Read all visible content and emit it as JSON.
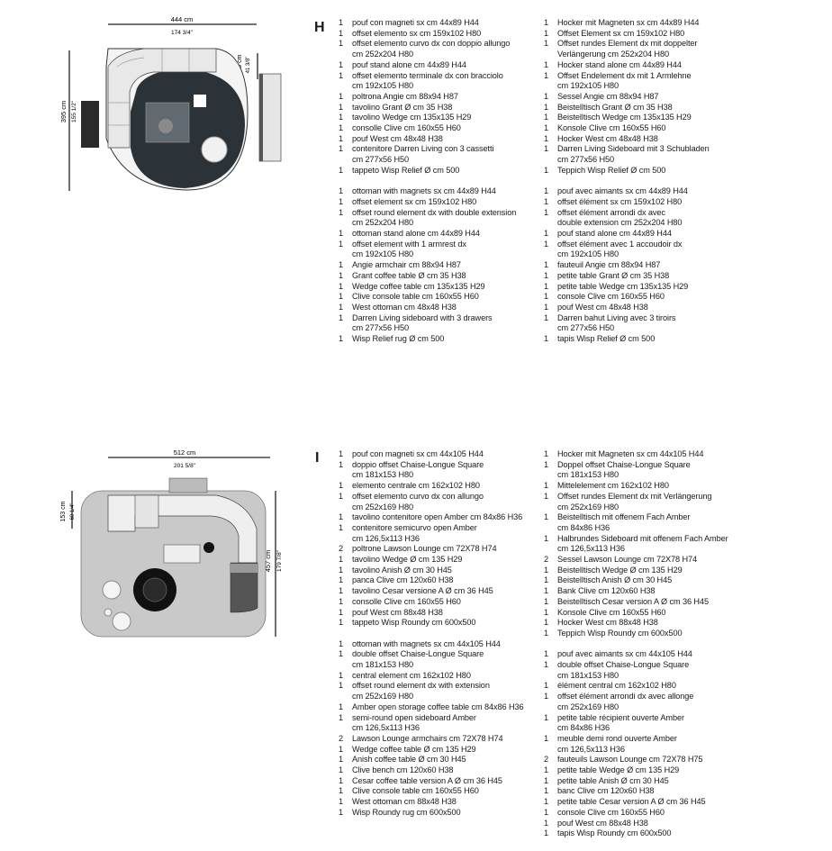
{
  "section_h": {
    "letter": "H",
    "dims": {
      "width_cm": "444 cm",
      "width_in": "174 3/4\"",
      "height_cm": "395 cm",
      "height_in": "155 1/2\"",
      "side_cm": "105 cm",
      "side_in": "41 3/8\""
    },
    "it": [
      [
        "1",
        "pouf con magneti sx cm 44x89 H44"
      ],
      [
        "1",
        "offset elemento sx cm 159x102 H80"
      ],
      [
        "1",
        "offset elemento curvo dx con doppio allungo"
      ],
      [
        "",
        "cm 252x204 H80"
      ],
      [
        "1",
        "pouf stand alone cm 44x89 H44"
      ],
      [
        "1",
        "offset elemento terminale dx con bracciolo"
      ],
      [
        "",
        "cm 192x105 H80"
      ],
      [
        "1",
        "poltrona Angie cm 88x94 H87"
      ],
      [
        "1",
        "tavolino Grant Ø cm 35 H38"
      ],
      [
        "1",
        "tavolino Wedge cm 135x135 H29"
      ],
      [
        "1",
        "consolle Clive cm 160x55 H60"
      ],
      [
        "1",
        "pouf West cm 48x48 H38"
      ],
      [
        "1",
        "contenitore Darren Living con 3 cassetti"
      ],
      [
        "",
        "cm 277x56 H50"
      ],
      [
        "1",
        "tappeto Wisp Relief Ø cm 500"
      ]
    ],
    "de": [
      [
        "1",
        "Hocker mit Magneten sx cm 44x89 H44"
      ],
      [
        "1",
        "Offset Element sx cm 159x102 H80"
      ],
      [
        "1",
        "Offset rundes Element dx mit doppelter"
      ],
      [
        "",
        "Verlängerung cm 252x204 H80"
      ],
      [
        "1",
        "Hocker stand alone cm 44x89 H44"
      ],
      [
        "1",
        "Offset Endelement dx mit 1 Armlehne"
      ],
      [
        "",
        "cm 192x105 H80"
      ],
      [
        "1",
        "Sessel Angie cm 88x94 H87"
      ],
      [
        "1",
        "Beistelltisch Grant Ø cm 35 H38"
      ],
      [
        "1",
        "Beistelltisch Wedge cm 135x135 H29"
      ],
      [
        "1",
        "Konsole Clive cm 160x55 H60"
      ],
      [
        "1",
        "Hocker West cm 48x48 H38"
      ],
      [
        "1",
        "Darren Living Sideboard mit 3 Schubladen"
      ],
      [
        "",
        "cm 277x56 H50"
      ],
      [
        "1",
        "Teppich Wisp Relief Ø cm 500"
      ]
    ],
    "en": [
      [
        "1",
        "ottoman with magnets sx cm 44x89 H44"
      ],
      [
        "1",
        "offset element sx cm 159x102 H80"
      ],
      [
        "1",
        "offset round element dx with double extension"
      ],
      [
        "",
        "cm 252x204 H80"
      ],
      [
        "1",
        "ottoman stand alone cm 44x89 H44"
      ],
      [
        "1",
        "offset element with 1 armrest dx"
      ],
      [
        "",
        "cm 192x105 H80"
      ],
      [
        "1",
        "Angie armchair cm 88x94 H87"
      ],
      [
        "1",
        "Grant coffee table Ø cm 35 H38"
      ],
      [
        "1",
        "Wedge coffee table cm 135x135 H29"
      ],
      [
        "1",
        "Clive console table cm 160x55 H60"
      ],
      [
        "1",
        "West ottoman cm 48x48 H38"
      ],
      [
        "1",
        "Darren Living sideboard with 3 drawers"
      ],
      [
        "",
        "cm 277x56 H50"
      ],
      [
        "1",
        "Wisp Relief rug Ø cm 500"
      ]
    ],
    "fr": [
      [
        "1",
        "pouf avec aimants sx cm 44x89 H44"
      ],
      [
        "1",
        "offset élément sx cm 159x102 H80"
      ],
      [
        "1",
        "offset élément arrondi dx avec"
      ],
      [
        "",
        "double extension cm 252x204 H80"
      ],
      [
        "1",
        "pouf stand alone cm 44x89 H44"
      ],
      [
        "1",
        "offset élément avec 1 accoudoir dx"
      ],
      [
        "",
        "cm 192x105 H80"
      ],
      [
        "1",
        "fauteuil Angie cm 88x94 H87"
      ],
      [
        "1",
        "petite table Grant Ø cm 35 H38"
      ],
      [
        "1",
        "petite table Wedge cm 135x135 H29"
      ],
      [
        "1",
        "console Clive cm 160x55 H60"
      ],
      [
        "1",
        "pouf West cm 48x48 H38"
      ],
      [
        "1",
        "Darren bahut Living avec 3 tiroirs"
      ],
      [
        "",
        "cm 277x56 H50"
      ],
      [
        "1",
        "tapis Wisp Relief Ø cm 500"
      ]
    ]
  },
  "section_i": {
    "letter": "I",
    "dims": {
      "width_cm": "512 cm",
      "width_in": "201 5/8\"",
      "height_cm": "457 cm",
      "height_in": "179 7/8\"",
      "side_cm": "153 cm",
      "side_in": "60 1/4\""
    },
    "it": [
      [
        "1",
        "pouf con magneti sx cm 44x105 H44"
      ],
      [
        "1",
        "doppio offset Chaise-Longue Square"
      ],
      [
        "",
        "cm 181x153 H80"
      ],
      [
        "1",
        "elemento centrale cm 162x102 H80"
      ],
      [
        "1",
        "offset elemento curvo dx con allungo"
      ],
      [
        "",
        "cm 252x169 H80"
      ],
      [
        "1",
        "tavolino contenitore open Amber cm 84x86 H36"
      ],
      [
        "1",
        "contenitore semicurvo open Amber"
      ],
      [
        "",
        "cm 126,5x113 H36"
      ],
      [
        "2",
        "poltrone Lawson Lounge cm 72X78 H74"
      ],
      [
        "1",
        "tavolino Wedge Ø cm 135 H29"
      ],
      [
        "1",
        "tavolino Anish Ø cm 30 H45"
      ],
      [
        "1",
        "panca Clive cm 120x60 H38"
      ],
      [
        "1",
        "tavolino Cesar versione A Ø cm 36 H45"
      ],
      [
        "1",
        "consolle Clive cm 160x55 H60"
      ],
      [
        "1",
        "pouf West cm 88x48 H38"
      ],
      [
        "1",
        "tappeto Wisp Roundy cm 600x500"
      ]
    ],
    "de": [
      [
        "1",
        "Hocker mit Magneten sx cm 44x105 H44"
      ],
      [
        "1",
        "Doppel offset Chaise-Longue Square"
      ],
      [
        "",
        "cm 181x153 H80"
      ],
      [
        "1",
        "Mittelelement cm 162x102 H80"
      ],
      [
        "1",
        "Offset rundes Element dx mit Verlängerung"
      ],
      [
        "",
        "cm 252x169 H80"
      ],
      [
        "1",
        "Beistelltisch mit offenem Fach Amber"
      ],
      [
        "",
        "cm 84x86 H36"
      ],
      [
        "1",
        "Halbrundes Sideboard mit offenem Fach Amber"
      ],
      [
        "",
        "cm 126,5x113 H36"
      ],
      [
        "2",
        "Sessel Lawson Lounge cm 72X78 H74"
      ],
      [
        "1",
        "Beistelltisch Wedge Ø cm 135 H29"
      ],
      [
        "1",
        "Beistelltisch Anish Ø cm 30 H45"
      ],
      [
        "1",
        "Bank Clive cm 120x60 H38"
      ],
      [
        "1",
        "Beistelltisch Cesar version A Ø cm 36 H45"
      ],
      [
        "1",
        "Konsole Clive cm 160x55 H60"
      ],
      [
        "1",
        "Hocker West cm 88x48 H38"
      ],
      [
        "1",
        "Teppich Wisp Roundy cm 600x500"
      ]
    ],
    "en": [
      [
        "1",
        "ottoman with magnets sx cm 44x105 H44"
      ],
      [
        "1",
        "double offset Chaise-Longue Square"
      ],
      [
        "",
        "cm 181x153 H80"
      ],
      [
        "1",
        "central element cm 162x102 H80"
      ],
      [
        "1",
        "offset round element dx with extension"
      ],
      [
        "",
        "cm 252x169 H80"
      ],
      [
        "1",
        "Amber open storage coffee table cm 84x86 H36"
      ],
      [
        "1",
        "semi-round open sideboard Amber"
      ],
      [
        "",
        "cm 126,5x113 H36"
      ],
      [
        "2",
        "Lawson Lounge armchairs cm 72X78 H74"
      ],
      [
        "1",
        "Wedge coffee table Ø cm 135 H29"
      ],
      [
        "1",
        "Anish coffee table Ø cm 30 H45"
      ],
      [
        "1",
        "Clive bench cm 120x60 H38"
      ],
      [
        "1",
        "Cesar coffee table version A Ø cm 36 H45"
      ],
      [
        "1",
        "Clive console table cm 160x55 H60"
      ],
      [
        "1",
        "West ottoman cm 88x48 H38"
      ],
      [
        "1",
        "Wisp Roundy rug cm 600x500"
      ]
    ],
    "fr": [
      [
        "1",
        "pouf avec aimants sx cm 44x105 H44"
      ],
      [
        "1",
        "double offset Chaise-Longue Square"
      ],
      [
        "",
        "cm 181x153 H80"
      ],
      [
        "1",
        "élément central cm 162x102 H80"
      ],
      [
        "1",
        "offset élément arrondi dx avec allonge"
      ],
      [
        "",
        "cm 252x169 H80"
      ],
      [
        "1",
        "petite table récipient ouverte Amber"
      ],
      [
        "",
        "cm 84x86 H36"
      ],
      [
        "1",
        "meuble demi rond ouverte Amber"
      ],
      [
        "",
        "cm 126,5x113 H36"
      ],
      [
        "2",
        "fauteuils Lawson Lounge cm 72X78 H75"
      ],
      [
        "1",
        "petite table Wedge Ø cm 135 H29"
      ],
      [
        "1",
        "petite table Anish Ø cm 30 H45"
      ],
      [
        "1",
        "banc Clive cm 120x60 H38"
      ],
      [
        "1",
        "petite table Cesar version A Ø cm 36 H45"
      ],
      [
        "1",
        "console Clive cm 160x55 H60"
      ],
      [
        "1",
        "pouf West cm 88x48 H38"
      ],
      [
        "1",
        "tapis Wisp Roundy cm 600x500"
      ]
    ]
  }
}
